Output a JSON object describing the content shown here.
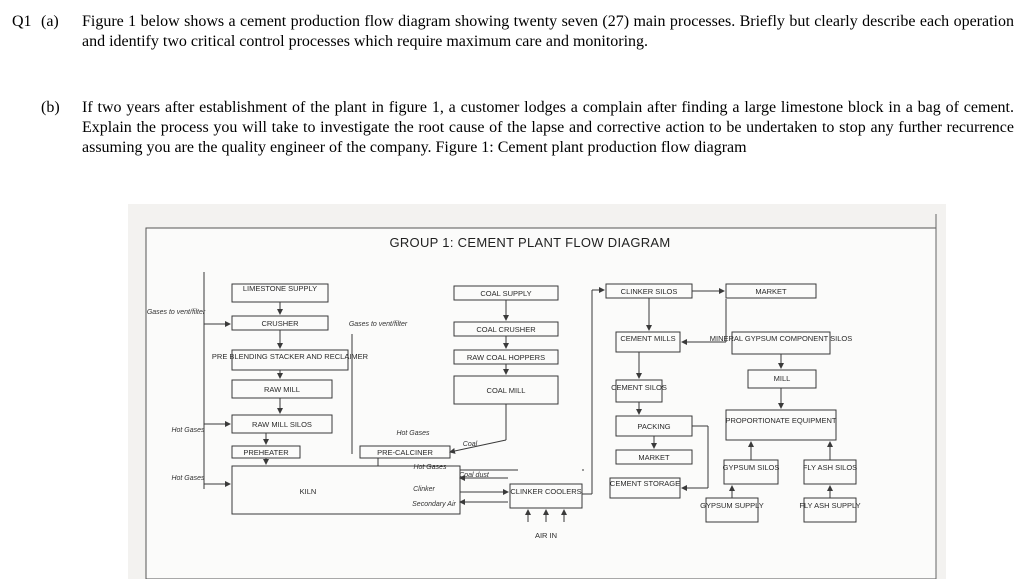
{
  "question": {
    "number": "Q1",
    "part_a": {
      "label": "(a)",
      "text": "Figure 1 below shows a cement production flow diagram showing twenty seven (27) main processes. Briefly but clearly describe each operation and identify two critical control processes which require maximum care and monitoring."
    },
    "part_b": {
      "label": "(b)",
      "text": "If two years after establishment of the plant in figure 1, a customer lodges a complain after finding a large limestone block in a bag of cement. Explain the process you will take to investigate the root cause of the lapse and corrective action to be undertaken to stop any further recurrence assuming you are the quality engineer of the company. Figure 1: Cement plant production flow diagram"
    }
  },
  "diagram": {
    "title": "GROUP 1: CEMENT PLANT FLOW DIAGRAM",
    "boxes": {
      "limestone_supply": "LIMESTONE SUPPLY",
      "crusher": "CRUSHER",
      "pre_blending": "PRE BLENDING STACKER AND RECLAIMER",
      "raw_mill": "RAW MILL",
      "raw_mill_silos": "RAW MILL SILOS",
      "preheater": "PREHEATER",
      "kiln": "KILN",
      "coal_supply": "COAL SUPPLY",
      "coal_crusher": "COAL CRUSHER",
      "raw_coal_hoppers": "RAW COAL HOPPERS",
      "coal_mill": "COAL MILL",
      "pre_calciner": "PRE-CALCINER",
      "clinker_coolers": "CLINKER COOLERS",
      "clinker_silos": "CLINKER SILOS",
      "cement_mills": "CEMENT MILLS",
      "cement_silos": "CEMENT SILOS",
      "packing": "PACKING",
      "market_lower": "MARKET",
      "cement_storage": "CEMENT STORAGE",
      "market_top": "MARKET",
      "mineral_gypsum": "MINERAL GYPSUM COMPONENT SILOS",
      "mill": "MILL",
      "proportionate": "PROPORTIONATE EQUIPMENT",
      "gypsum_silos": "GYPSUM SILOS",
      "fly_ash_silos": "FLY ASH SILOS",
      "gypsum_supply": "GYPSUM SUPPLY",
      "fly_ash_supply": "FLY ASH SUPPLY"
    },
    "annotations": {
      "gases_vent_left": "Gases to vent/filter",
      "gases_vent_mid": "Gases to vent/filter",
      "hot_gases_1": "Hot Gases",
      "hot_gases_2": "Hot Gases",
      "hot_gases_3": "Hot Gases",
      "hot_gases_4": "Hot Gases",
      "coal": "Coal",
      "coal_dust": "Coal dust",
      "clinker": "Clinker",
      "secondary_air": "Secondary Air",
      "air_in": "AIR IN"
    }
  }
}
